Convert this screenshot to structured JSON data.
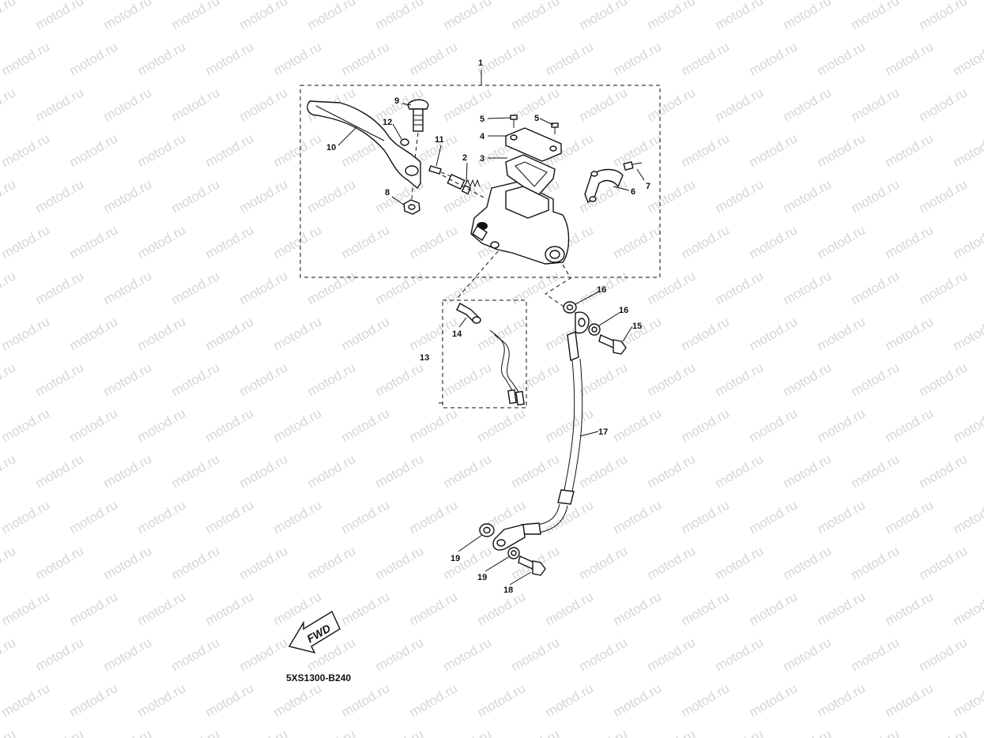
{
  "watermark": {
    "text": "motod.ru"
  },
  "diagram": {
    "code": "5XS1300-B240",
    "fwd_label": "FWD",
    "callouts": {
      "c1": "1",
      "c2": "2",
      "c3": "3",
      "c4": "4",
      "c5a": "5",
      "c5b": "5",
      "c6": "6",
      "c7": "7",
      "c8": "8",
      "c9": "9",
      "c10": "10",
      "c11": "11",
      "c12": "12",
      "c13": "13",
      "c14": "14",
      "c15": "15",
      "c16a": "16",
      "c16b": "16",
      "c17": "17",
      "c18": "18",
      "c19a": "19",
      "c19b": "19"
    }
  }
}
